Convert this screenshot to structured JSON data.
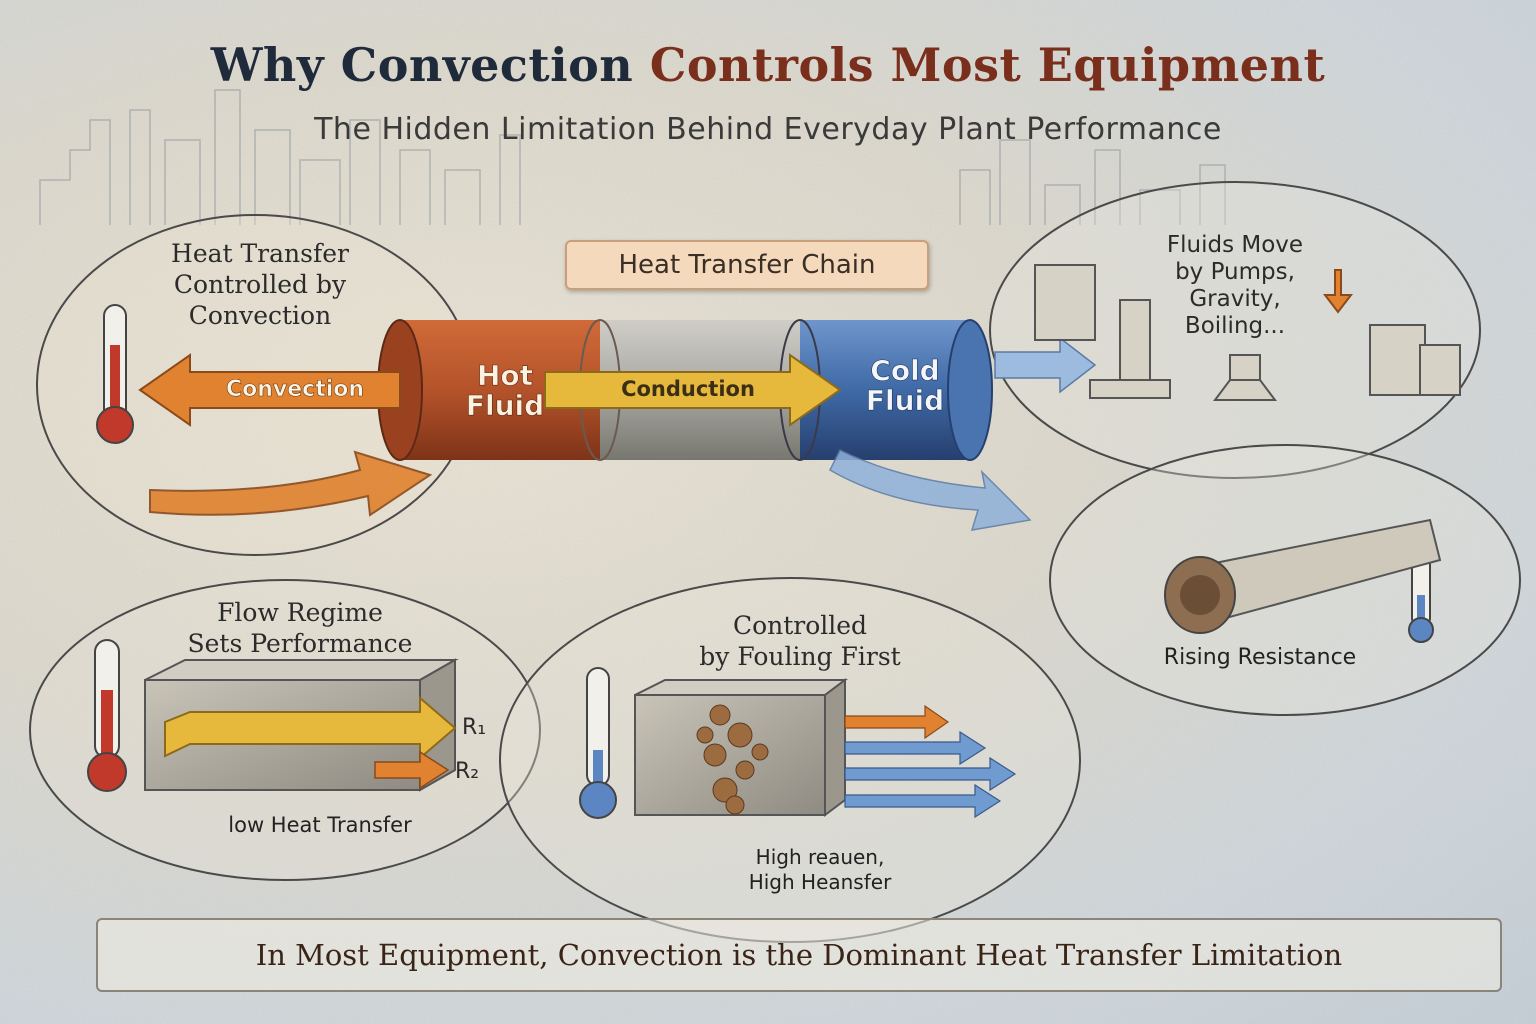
{
  "title": {
    "part1": "Why Convection",
    "part2": "Controls Most Equipment"
  },
  "subtitle": "The Hidden Limitation Behind Everyday Plant Performance",
  "chain": {
    "label": "Heat Transfer Chain",
    "hot_line1": "Hot",
    "hot_line2": "Fluid",
    "cold_line1": "Cold",
    "cold_line2": "Fluid",
    "convection": "Convection",
    "conduction": "Conduction"
  },
  "bubble_convection": {
    "line1": "Heat Transfer",
    "line2": "Controlled by",
    "line3": "Convection"
  },
  "bubble_fluids": {
    "line1": "Fluids Move",
    "line2": "by Pumps,",
    "line3": "Gravity,",
    "line4": "Boiling..."
  },
  "bubble_resistance": {
    "caption": "Rising Resistance"
  },
  "bubble_flow": {
    "line1": "Flow Regime",
    "line2": "Sets Performance",
    "r1": "R₁",
    "r2": "R₂",
    "caption": "low Heat Transfer"
  },
  "bubble_fouling": {
    "line1": "Controlled",
    "line2": "by Fouling First",
    "caption1": "High reauen,",
    "caption2": "High Heansfer"
  },
  "footer": "In Most Equipment, Convection is the Dominant Heat Transfer Limitation",
  "colors": {
    "hot": "#b4532a",
    "cold": "#3f6aa6",
    "wall": "#a9a8a3",
    "arrow_orange": "#e0822f",
    "arrow_yellow": "#e6b93d",
    "arrow_blue": "#6f9bd0"
  }
}
